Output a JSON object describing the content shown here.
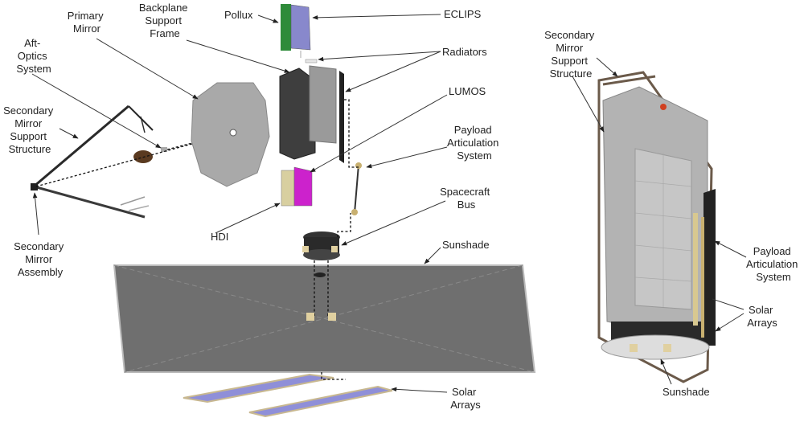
{
  "colors": {
    "mirror": "#a9a9a9",
    "sunshade": "#6f6f6f",
    "solar": "#8f8fd8",
    "lumos": "#cc22cc",
    "eclips": "#8888cc",
    "pollux": "#2e8b3a",
    "backplane": "#3e3e3e",
    "radiator": "#9a9a9a",
    "hdi": "#d8cfa0",
    "truss": "#6b5a4a"
  },
  "labels": {
    "aft_optics": [
      "Aft-",
      "Optics",
      "System"
    ],
    "primary_mirror": [
      "Primary",
      "Mirror"
    ],
    "backplane": [
      "Backplane",
      "Support",
      "Frame"
    ],
    "pollux": "Pollux",
    "eclips": "ECLIPS",
    "radiators": "Radiators",
    "lumos": "LUMOS",
    "payload_articulation_left": [
      "Payload",
      "Articulation",
      "System"
    ],
    "spacecraft_bus": [
      "Spacecraft",
      "Bus"
    ],
    "sunshade_left": "Sunshade",
    "secondary_support_left": [
      "Secondary",
      "Mirror",
      "Support",
      "Structure"
    ],
    "secondary_assembly": [
      "Secondary",
      "Mirror",
      "Assembly"
    ],
    "hdi": "HDI",
    "solar_left": [
      "Solar",
      "Arrays"
    ],
    "secondary_support_right": [
      "Secondary",
      "Mirror",
      "Support",
      "Structure"
    ],
    "payload_articulation_right": [
      "Payload",
      "Articulation",
      "System"
    ],
    "solar_right": [
      "Solar",
      "Arrays"
    ],
    "sunshade_right": "Sunshade"
  }
}
